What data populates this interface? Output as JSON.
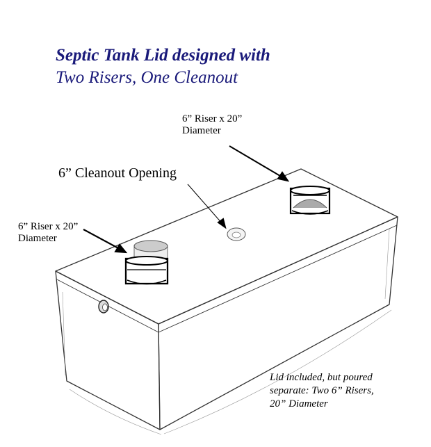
{
  "title": {
    "line1": "Septic Tank Lid designed with",
    "line2": "Two Risers, One Cleanout"
  },
  "labels": {
    "riser_back": [
      "6” Riser x 20”",
      "Diameter"
    ],
    "riser_front": [
      "6” Riser x 20”",
      "Diameter"
    ],
    "cleanout": "6” Cleanout Opening"
  },
  "note": {
    "lines": [
      "Lid included, but poured",
      "separate: Two 6” Risers,",
      "20” Diameter"
    ]
  },
  "colors": {
    "title": "#1a1a7a",
    "ink": "#222222"
  }
}
